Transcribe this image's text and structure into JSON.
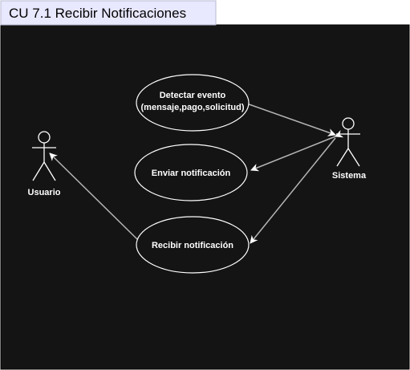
{
  "frame": {
    "title": "CU 7.1 Recibir Notificaciones",
    "background_color": "#141414",
    "title_tab_color": "#e8e8ff"
  },
  "actors": [
    {
      "id": "usuario",
      "label": "Usuario"
    },
    {
      "id": "sistema",
      "label": "Sistema"
    }
  ],
  "use_cases": [
    {
      "id": "detectar",
      "lines": [
        "Detectar evento",
        "(mensaje,pago,solicitud)"
      ]
    },
    {
      "id": "enviar",
      "lines": [
        "Enviar notificación"
      ]
    },
    {
      "id": "recibir",
      "lines": [
        "Recibir notificación"
      ]
    }
  ],
  "relations": [
    {
      "from": "detectar",
      "to": "sistema",
      "arrow": "to"
    },
    {
      "from": "sistema",
      "to": "enviar",
      "arrow": "both"
    },
    {
      "from": "sistema",
      "to": "recibir",
      "arrow": "to"
    },
    {
      "from": "recibir",
      "to": "usuario",
      "arrow": "to"
    }
  ],
  "colors": {
    "stroke": "#ffffff",
    "edge": "#b4b4b4"
  }
}
